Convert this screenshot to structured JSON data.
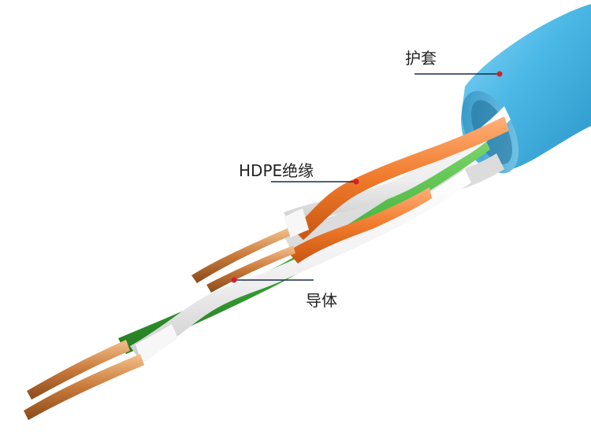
{
  "callouts": {
    "jacket": "护套",
    "insulation": "HDPE绝缘",
    "conductor": "导体"
  },
  "colors": {
    "jacket_blue": "#4cb8e6",
    "insulation_orange": "#f07a2a",
    "insulation_green": "#3fae3a",
    "insulation_white": "#f2f2f2",
    "copper": "#d08a4a",
    "marker_red": "#d81e2a",
    "leader_line": "#1a2a4a"
  },
  "icons": {
    "marker": "red-dot-marker"
  }
}
